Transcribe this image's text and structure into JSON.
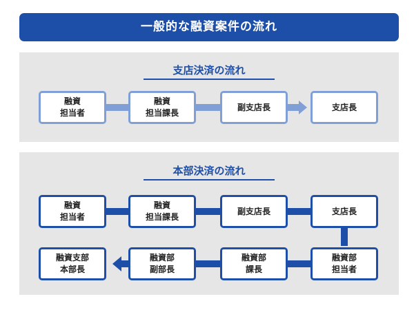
{
  "title": "一般的な融資案件の流れ",
  "branch_flow": {
    "title": "支店決済の流れ",
    "steps": [
      "融資\n担当者",
      "融資\n担当課長",
      "副支店長",
      "支店長"
    ]
  },
  "hq_flow": {
    "title": "本部決済の流れ",
    "row1": [
      "融資\n担当者",
      "融資\n担当課長",
      "副支店長",
      "支店長"
    ],
    "row2": [
      "融資部\n担当者",
      "融資部\n課長",
      "融資部\n副部長",
      "融資支部\n本部長"
    ]
  },
  "colors": {
    "dark_blue": "#1d4fa8",
    "light_blue": "#7f9fd6",
    "panel_gray": "#e6e6e6"
  }
}
